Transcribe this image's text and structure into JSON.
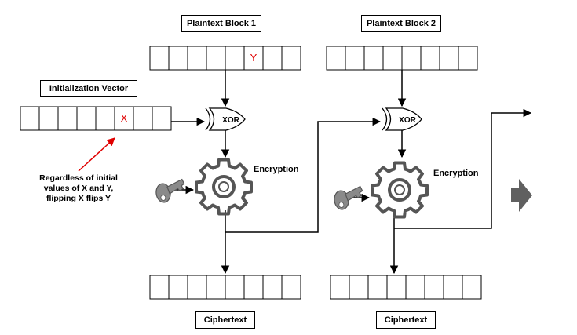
{
  "labels": {
    "plaintext_1": "Plaintext Block 1",
    "plaintext_2": "Plaintext Block 2",
    "iv": "Initialization Vector",
    "xor_1": "XOR",
    "xor_2": "XOR",
    "encryption_1": "Encryption",
    "encryption_2": "Encryption",
    "ciphertext_1": "Ciphertext",
    "ciphertext_2": "Ciphertext"
  },
  "markers": {
    "y_mark": "Y",
    "x_mark": "X",
    "mark_color": "#e00000"
  },
  "note": {
    "line1": "Regardless of initial",
    "line2": "values of X and Y,",
    "line3": "flipping X flips Y"
  },
  "icons": {
    "key": "key-icon",
    "gear": "gear-icon",
    "next": "right-arrow-icon"
  },
  "colors": {
    "line": "#000000",
    "gear": "#555555",
    "key": "#8a8a8a",
    "arrow_shape": "#606060",
    "note_arrow": "#e00000"
  }
}
